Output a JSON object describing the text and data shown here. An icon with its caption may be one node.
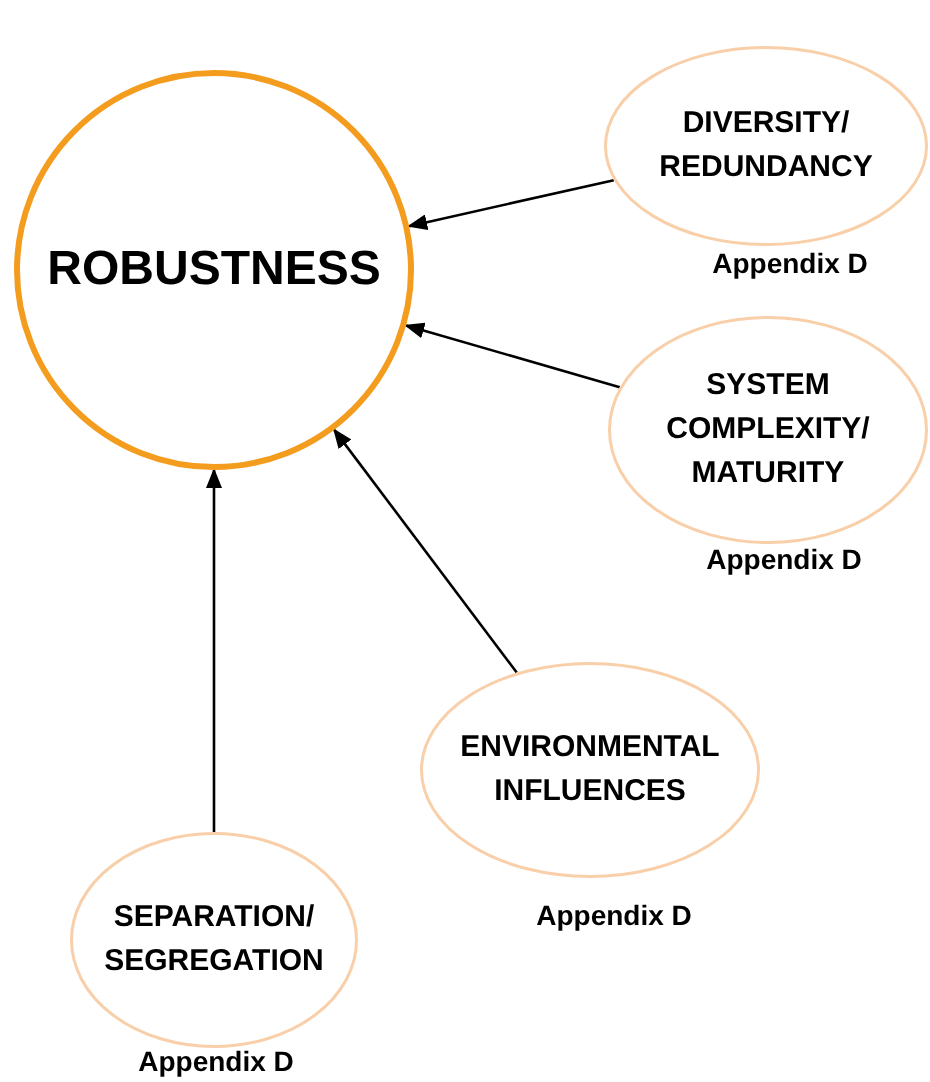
{
  "diagram": {
    "nodes": [
      {
        "text": [
          "ROBUSTNESS"
        ]
      },
      {
        "text": [
          "DIVERSITY/ REDUNDANCY"
        ],
        "beside": [
          "Appendix D"
        ]
      },
      {
        "text": [
          "SYSTEM COMPLEXITY/ MATURITY"
        ],
        "beside": [
          "Appendix D"
        ]
      },
      {
        "text": [
          "ENVIRONMENTAL INFLUENCES"
        ],
        "beside": [
          "Appendix D"
        ]
      },
      {
        "text": [
          "SEPARATION/ SEGREGATION"
        ],
        "beside": [
          "Appendix D"
        ]
      }
    ],
    "edges": [
      {
        "from": 1,
        "to": 0,
        "arrow": "to"
      },
      {
        "from": 2,
        "to": 0,
        "arrow": "to"
      },
      {
        "from": 3,
        "to": 0,
        "arrow": "to"
      },
      {
        "from": 4,
        "to": 0,
        "arrow": "to"
      }
    ]
  }
}
